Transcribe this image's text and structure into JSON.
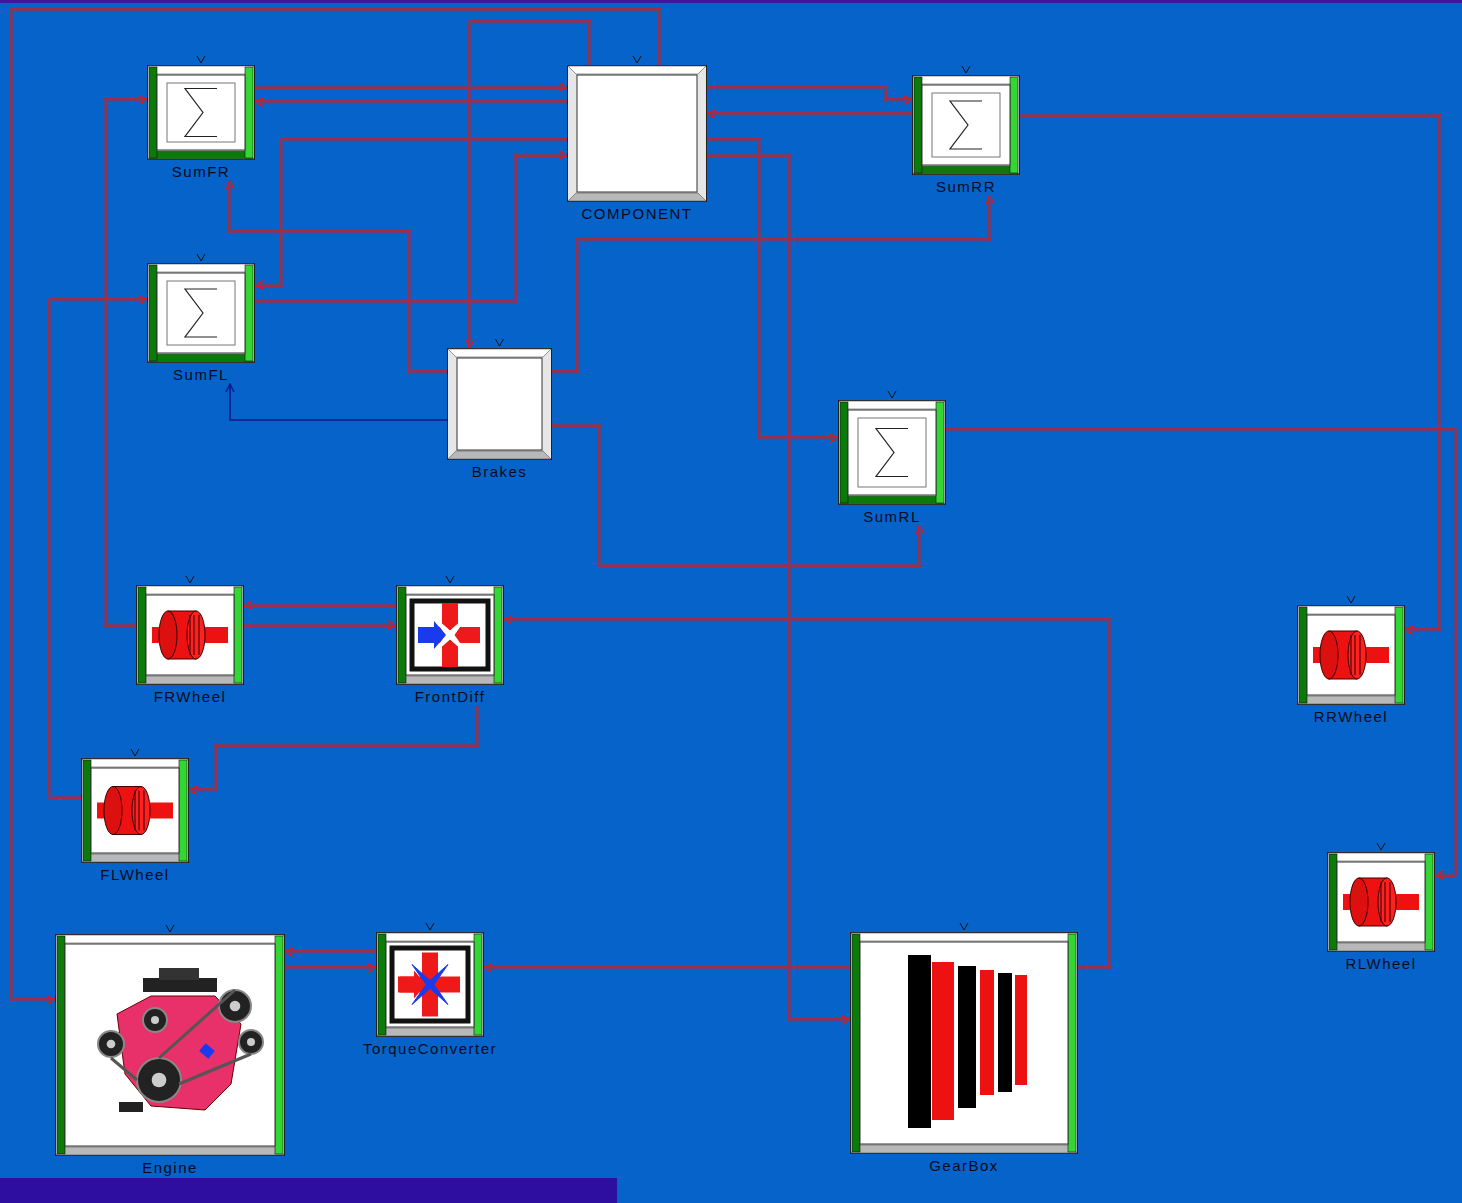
{
  "diagram": {
    "nodes": [
      {
        "text": [
          "SumFR"
        ]
      },
      {
        "text": [
          "COMPONENT"
        ]
      },
      {
        "text": [
          "SumRR"
        ]
      },
      {
        "text": [
          "SumFL"
        ]
      },
      {
        "text": [
          "Brakes"
        ]
      },
      {
        "text": [
          "SumRL"
        ]
      },
      {
        "text": [
          "FRWheel"
        ]
      },
      {
        "text": [
          "FrontDiff"
        ]
      },
      {
        "text": [
          "RRWheel"
        ]
      },
      {
        "text": [
          "FLWheel"
        ]
      },
      {
        "text": [
          "RLWheel"
        ]
      },
      {
        "text": [
          "Engine"
        ]
      },
      {
        "text": [
          "TorqueConverter"
        ]
      },
      {
        "text": [
          "GearBox"
        ]
      }
    ],
    "edges": [
      {
        "from": 0,
        "to": 1,
        "arrow": "to"
      },
      {
        "from": 1,
        "to": 0,
        "arrow": "to"
      },
      {
        "from": 1,
        "to": 2,
        "arrow": "to"
      },
      {
        "from": 2,
        "to": 1,
        "arrow": "to"
      },
      {
        "from": 3,
        "to": 1,
        "arrow": "to"
      },
      {
        "from": 1,
        "to": 3,
        "arrow": "to"
      },
      {
        "from": 1,
        "to": 4,
        "arrow": "to"
      },
      {
        "from": 4,
        "to": 0,
        "arrow": "to"
      },
      {
        "from": 4,
        "to": 3,
        "arrow": "to"
      },
      {
        "from": 4,
        "to": 2,
        "arrow": "to"
      },
      {
        "from": 4,
        "to": 5,
        "arrow": "to"
      },
      {
        "from": 1,
        "to": 5,
        "arrow": "to"
      },
      {
        "from": 6,
        "to": 0,
        "arrow": "to"
      },
      {
        "from": 9,
        "to": 3,
        "arrow": "to"
      },
      {
        "from": 6,
        "to": 7,
        "arrow": "to"
      },
      {
        "from": 7,
        "to": 6,
        "arrow": "to"
      },
      {
        "from": 7,
        "to": 9,
        "arrow": "to"
      },
      {
        "from": 13,
        "to": 7,
        "arrow": "to"
      },
      {
        "from": 11,
        "to": 12,
        "arrow": "to"
      },
      {
        "from": 12,
        "to": 11,
        "arrow": "to"
      },
      {
        "from": 13,
        "to": 12,
        "arrow": "to"
      },
      {
        "from": 2,
        "to": 8,
        "arrow": "to"
      },
      {
        "from": 5,
        "to": 10,
        "arrow": "to"
      },
      {
        "from": 1,
        "to": 11,
        "arrow": "to"
      },
      {
        "from": 1,
        "to": 13,
        "arrow": "to"
      }
    ]
  }
}
